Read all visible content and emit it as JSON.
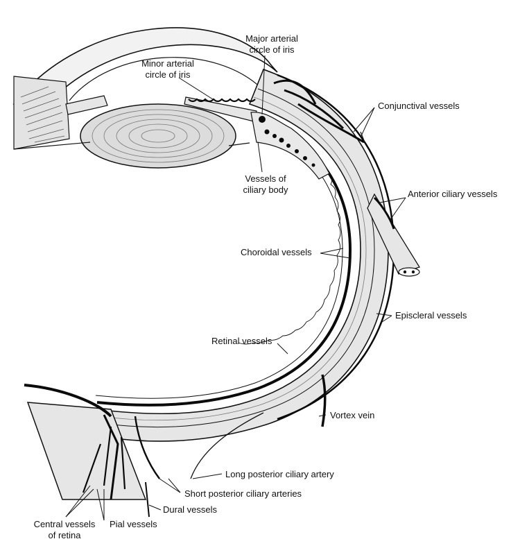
{
  "labels": {
    "major_arterial_circle": [
      "Major arterial",
      "circle of iris"
    ],
    "minor_arterial_circle": [
      "Minor arterial",
      "circle of iris"
    ],
    "conjunctival_vessels": "Conjunctival vessels",
    "vessels_ciliary_body": [
      "Vessels of",
      "ciliary body"
    ],
    "anterior_ciliary_vessels": "Anterior ciliary vessels",
    "choroidal_vessels": "Choroidal vessels",
    "episcleral_vessels": "Episcleral vessels",
    "retinal_vessels": "Retinal vessels",
    "vortex_vein": "Vortex vein",
    "long_posterior_ciliary_artery": "Long posterior ciliary artery",
    "short_posterior_ciliary_arteries": "Short posterior ciliary arteries",
    "dural_vessels": "Dural vessels",
    "central_vessels_retina": [
      "Central vessels",
      "of retina"
    ],
    "pial_vessels": "Pial vessels"
  },
  "colors": {
    "ink": "#111111",
    "tissue": "#e6e6e6",
    "tissue_dark": "#d2d2d2",
    "lens": "#dcdcdc",
    "vessel": "#0a0a0a"
  }
}
